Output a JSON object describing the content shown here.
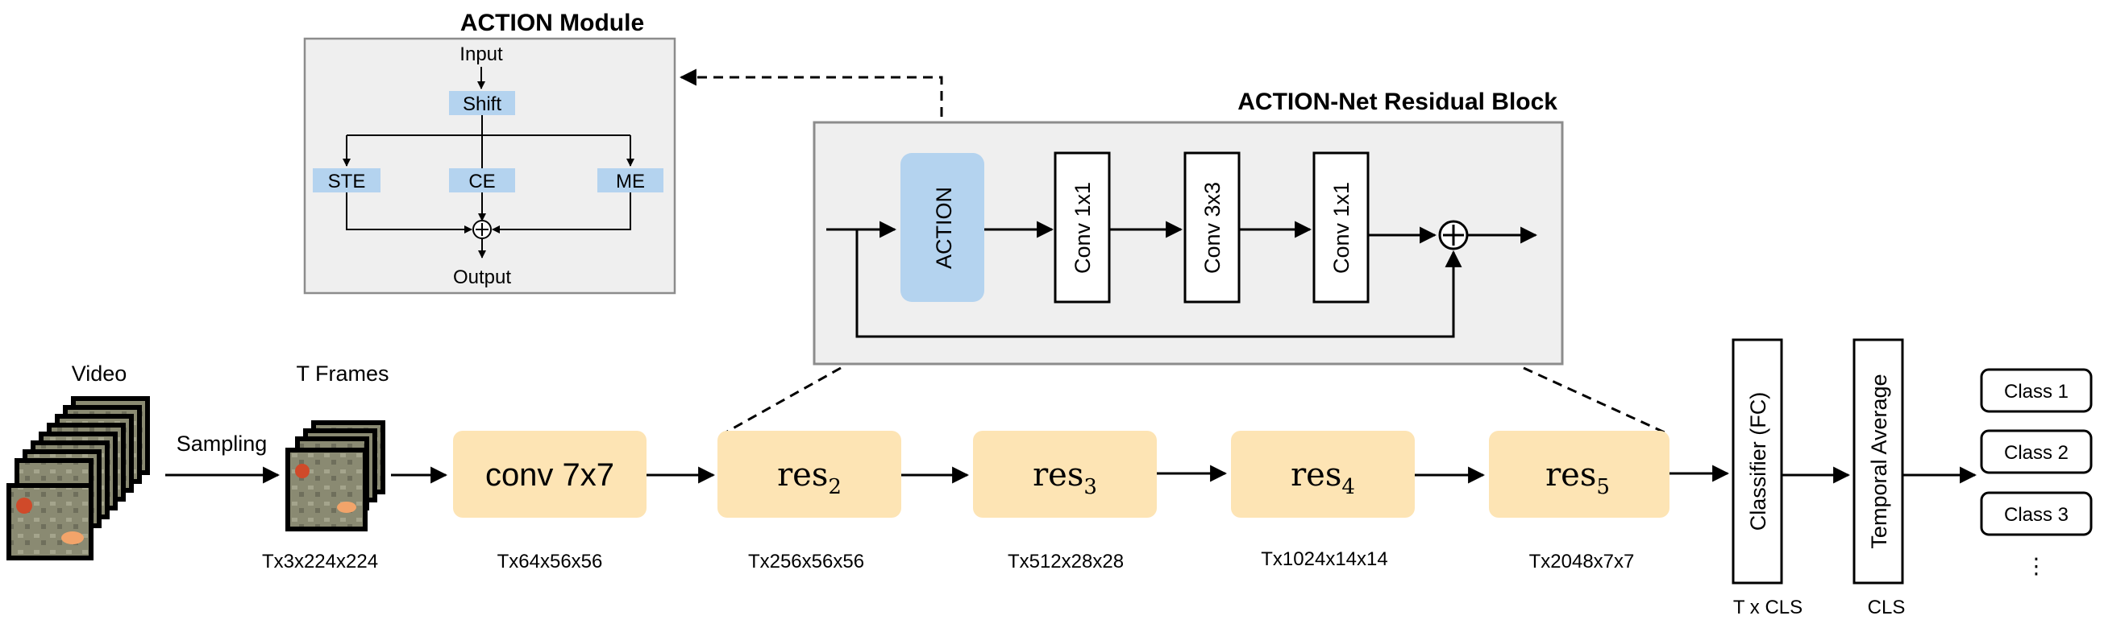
{
  "action_module": {
    "title": "ACTION Module",
    "input": "Input",
    "shift": "Shift",
    "ste": "STE",
    "ce": "CE",
    "me": "ME",
    "output": "Output"
  },
  "residual_block": {
    "title": "ACTION-Net Residual Block",
    "action": "ACTION",
    "conv1": "Conv 1x1",
    "conv2": "Conv 3x3",
    "conv3": "Conv 1x1"
  },
  "pipeline": {
    "video": "Video",
    "frames": "T Frames",
    "sampling": "Sampling",
    "frames_dim": "Tx3x224x224",
    "conv": "conv 7x7",
    "conv_dim": "Tx64x56x56",
    "res2": "res",
    "res2_sub": "2",
    "res2_dim": "Tx256x56x56",
    "res3": "res",
    "res3_sub": "3",
    "res3_dim": "Tx512x28x28",
    "res4": "res",
    "res4_sub": "4",
    "res4_dim": "Tx1024x14x14",
    "res5": "res",
    "res5_sub": "5",
    "res5_dim": "Tx2048x7x7",
    "classifier": "Classifier (FC)",
    "classifier_dim": "T x CLS",
    "temporal": "Temporal Average",
    "temporal_dim": "CLS"
  },
  "classes": [
    "Class 1",
    "Class 2",
    "Class 3"
  ],
  "more": "⋮",
  "colors": {
    "peach": "#fde4b4",
    "blue": "#b4d3ef",
    "panel": "#efefef",
    "panel_border": "#8c8c8c"
  }
}
